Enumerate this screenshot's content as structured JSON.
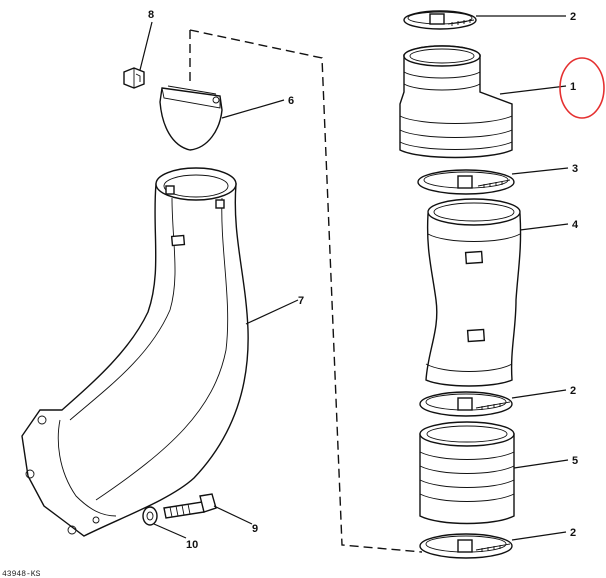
{
  "diagram": {
    "callouts": [
      {
        "id": "label-8",
        "text": "8"
      },
      {
        "id": "label-6",
        "text": "6"
      },
      {
        "id": "label-7",
        "text": "7"
      },
      {
        "id": "label-9",
        "text": "9"
      },
      {
        "id": "label-10",
        "text": "10"
      },
      {
        "id": "label-2a",
        "text": "2"
      },
      {
        "id": "label-1",
        "text": "1"
      },
      {
        "id": "label-3",
        "text": "3"
      },
      {
        "id": "label-4",
        "text": "4"
      },
      {
        "id": "label-2b",
        "text": "2"
      },
      {
        "id": "label-5",
        "text": "5"
      },
      {
        "id": "label-2c",
        "text": "2"
      }
    ],
    "corner_code": "43948-KS",
    "highlight_color": "#e53030"
  }
}
